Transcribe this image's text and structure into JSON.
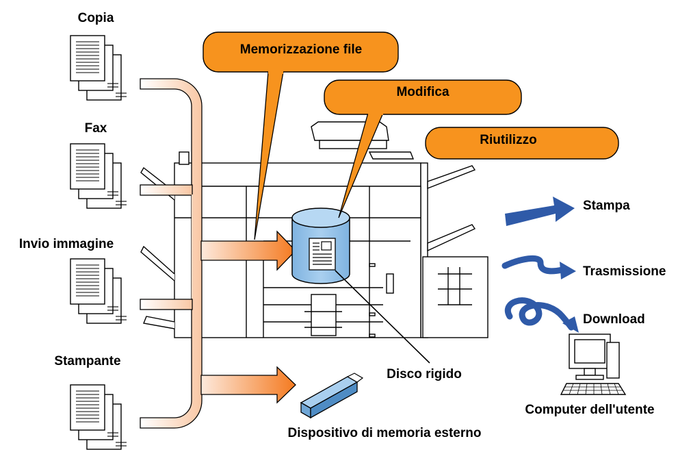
{
  "sources": {
    "copy": "Copia",
    "fax": "Fax",
    "image_send": "Invio immagine",
    "printer": "Stampante"
  },
  "callouts": {
    "file_storage": "Memorizzazione file",
    "edit": "Modifica",
    "reuse": "Riutilizzo"
  },
  "outputs": {
    "print": "Stampa",
    "transmission": "Trasmissione",
    "download": "Download"
  },
  "devices": {
    "hard_disk": "Disco rigido",
    "external_memory": "Dispositivo di memoria esterno",
    "user_computer": "Computer dell'utente"
  },
  "colors": {
    "callout_fill": "#F7931E",
    "disk_fill": "#9CC6EA",
    "arrow_blue": "#2F5AA8",
    "flow_start": "#F47A20",
    "flow_end": "#FDE6D6"
  }
}
